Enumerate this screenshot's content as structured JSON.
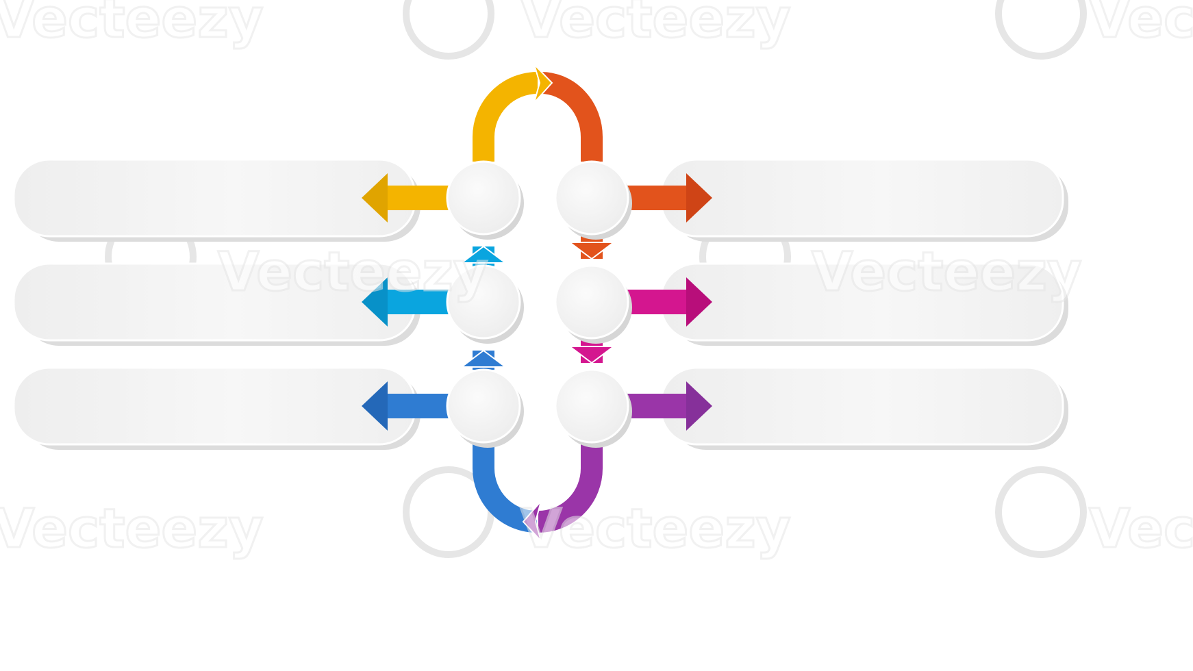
{
  "watermark": {
    "text": "Vecteezy",
    "color": "#e6e6e6"
  },
  "diagram": {
    "type": "six-step-loop-infographic",
    "steps": [
      {
        "id": "step-1",
        "side": "left",
        "row": 1,
        "color": "#f4b400",
        "shade": "#e0a400",
        "icon": "arrow-left-icon",
        "title": "",
        "text": ""
      },
      {
        "id": "step-2",
        "side": "right",
        "row": 1,
        "color": "#e2531c",
        "shade": "#cf4416",
        "icon": "arrow-right-icon",
        "title": "",
        "text": ""
      },
      {
        "id": "step-3",
        "side": "right",
        "row": 2,
        "color": "#d4168f",
        "shade": "#b80e7a",
        "icon": "arrow-right-icon",
        "title": "",
        "text": ""
      },
      {
        "id": "step-4",
        "side": "right",
        "row": 3,
        "color": "#9a35a8",
        "shade": "#86309a",
        "icon": "arrow-right-icon",
        "title": "",
        "text": ""
      },
      {
        "id": "step-5",
        "side": "left",
        "row": 3,
        "color": "#2f7cd2",
        "shade": "#2468b8",
        "icon": "arrow-left-icon",
        "title": "",
        "text": ""
      },
      {
        "id": "step-6",
        "side": "left",
        "row": 2,
        "color": "#0aa5df",
        "shade": "#0891c8",
        "icon": "arrow-left-icon",
        "title": "",
        "text": ""
      }
    ],
    "flow": "clockwise",
    "box_fill": "#f2f2f2",
    "circle_fill": "#f4f4f4"
  }
}
